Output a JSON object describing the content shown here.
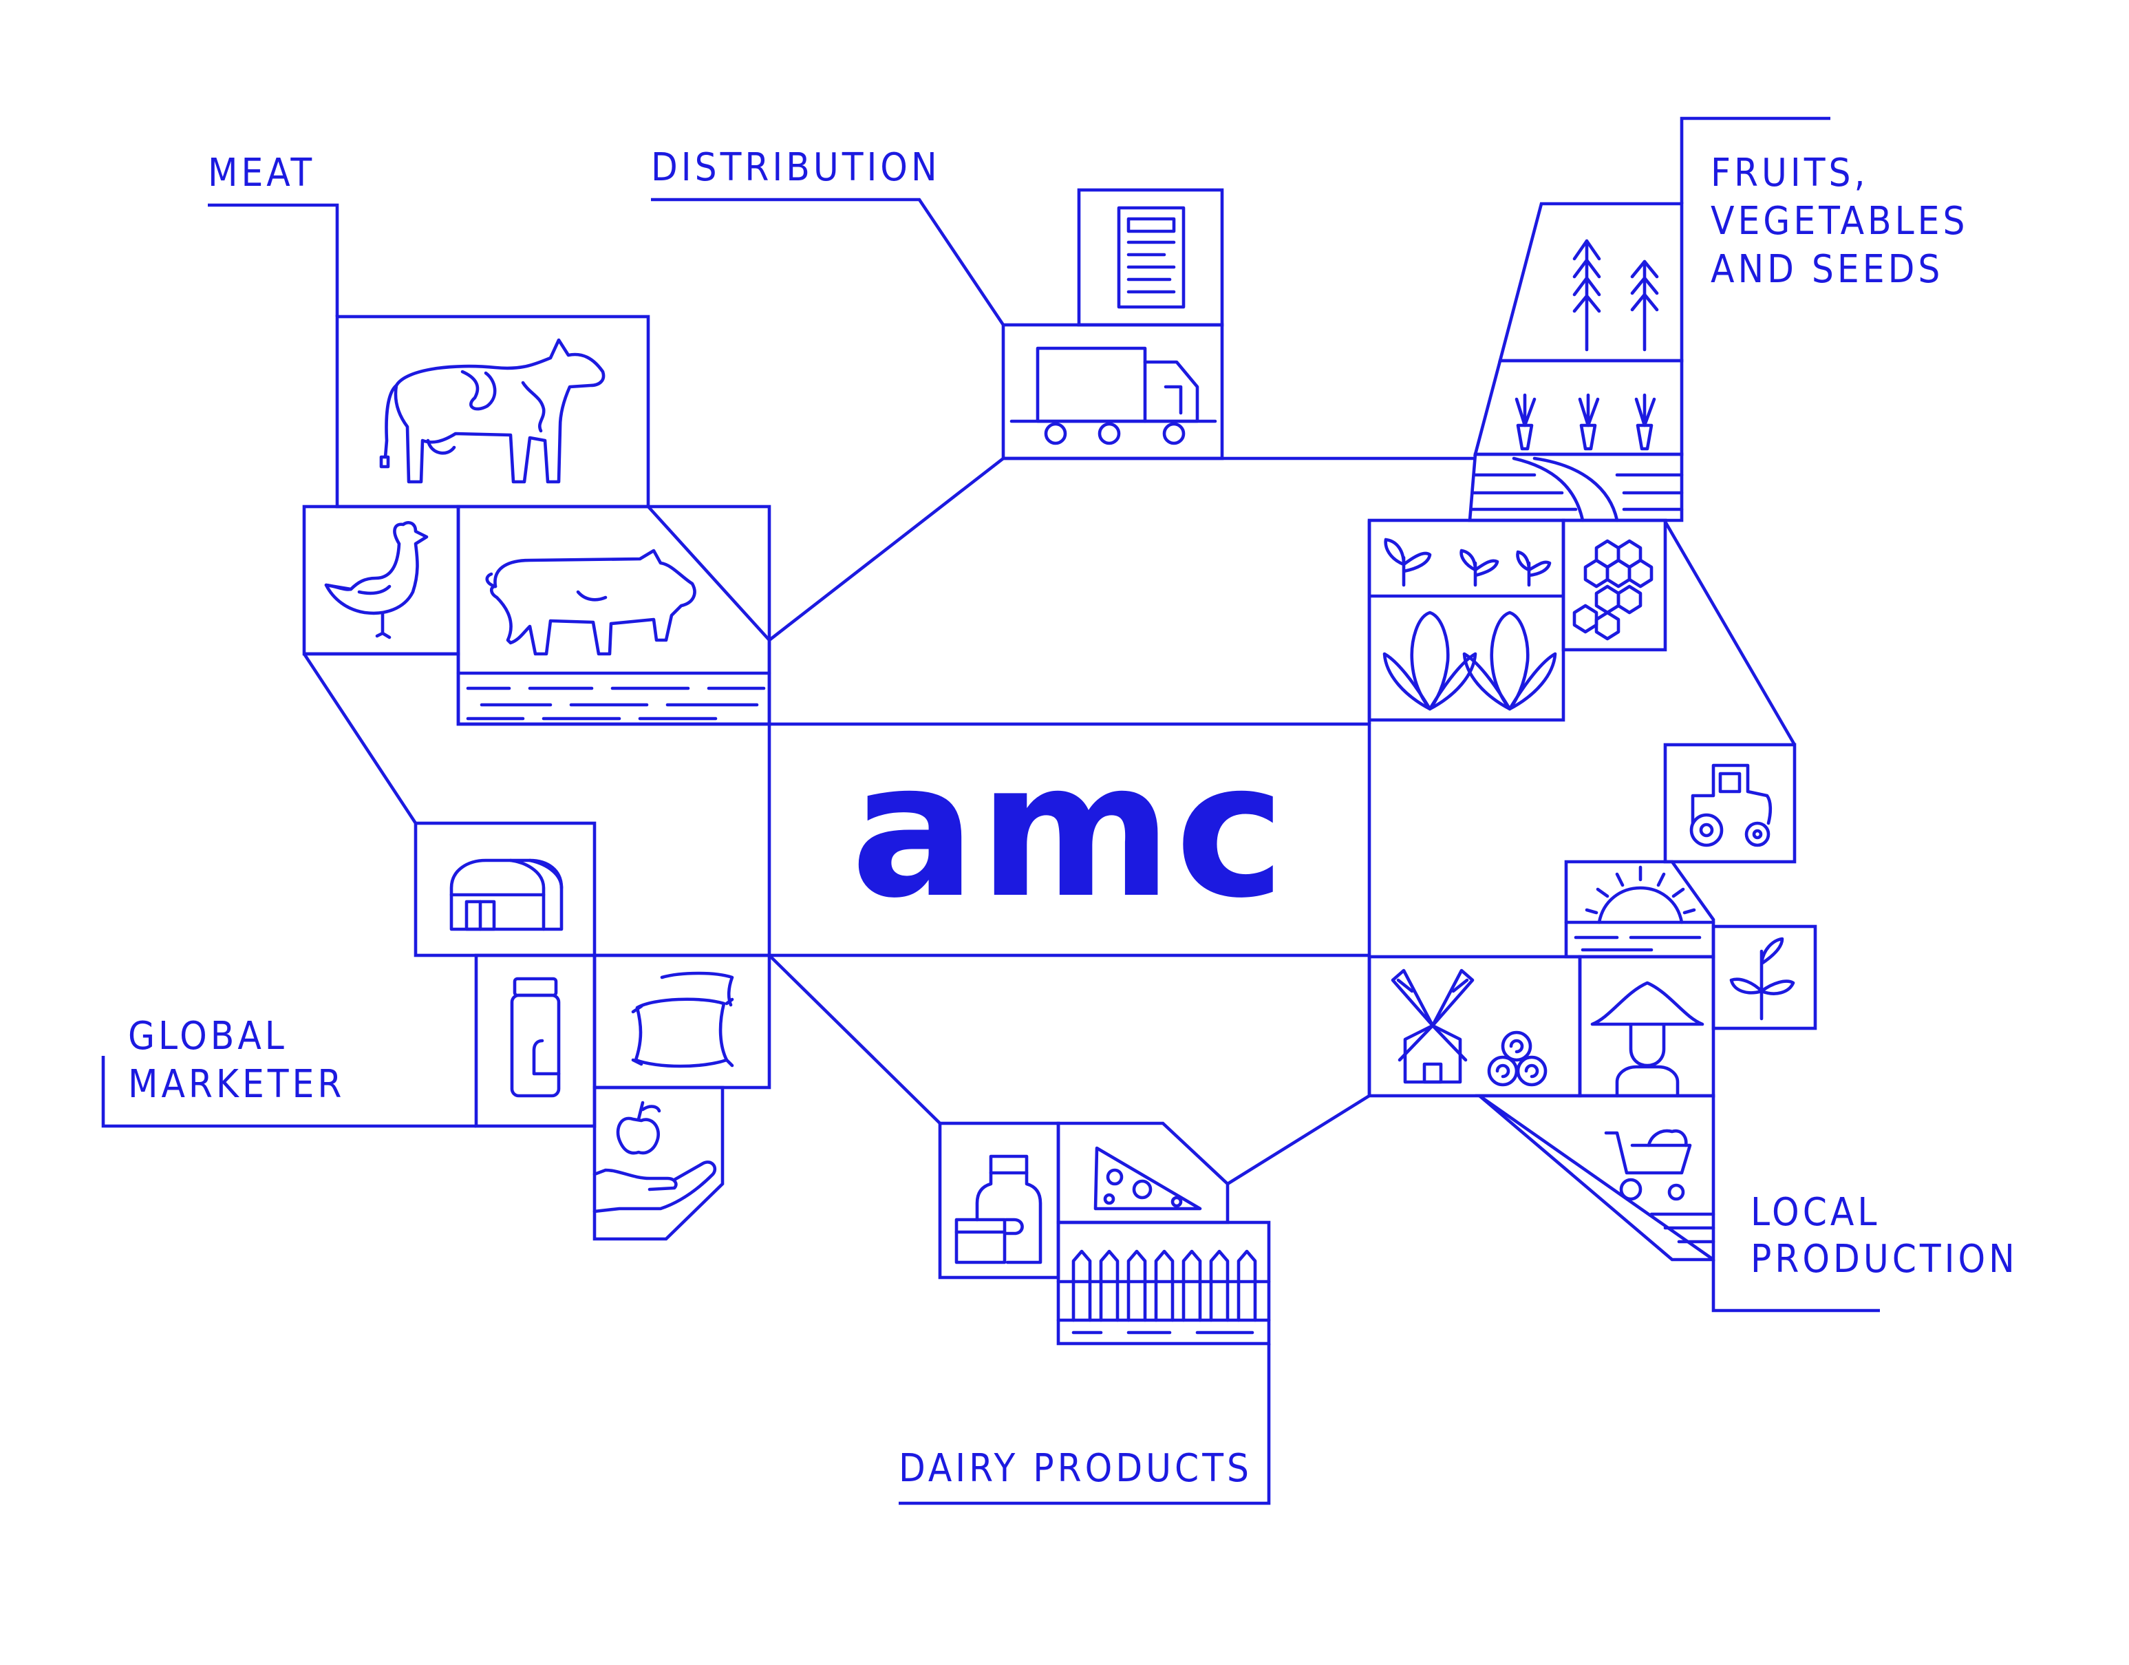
{
  "brand": {
    "logo_text": "amc",
    "color": "#1c1ae0",
    "background": "#ffffff"
  },
  "sections": {
    "meat": {
      "label": "MEAT",
      "icons": [
        "cow-icon",
        "chicken-icon",
        "pig-icon"
      ]
    },
    "distribution": {
      "label": "DISTRIBUTION",
      "icons": [
        "document-icon",
        "truck-icon"
      ]
    },
    "fruits": {
      "label_lines": [
        "FRUITS,",
        "VEGETABLES",
        "AND SEEDS"
      ],
      "icons": [
        "wheat-icon",
        "carrot-icon",
        "field-icon",
        "sprout-icon",
        "corn-icon",
        "honeycomb-icon"
      ]
    },
    "global_marketer": {
      "label_lines": [
        "GLOBAL",
        "MARKETER"
      ],
      "icons": [
        "greenhouse-icon",
        "jar-icon",
        "sack-icon",
        "apple-hand-icon"
      ]
    },
    "dairy": {
      "label": "DAIRY PRODUCTS",
      "icons": [
        "milk-bottles-icon",
        "cheese-icon",
        "fence-icon"
      ]
    },
    "local_production": {
      "label_lines": [
        "LOCAL",
        "PRODUCTION"
      ],
      "icons": [
        "tractor-icon",
        "sunrise-icon",
        "plant-icon",
        "windmill-icon",
        "hay-bales-icon",
        "farmer-icon",
        "wheelbarrow-icon"
      ]
    }
  }
}
